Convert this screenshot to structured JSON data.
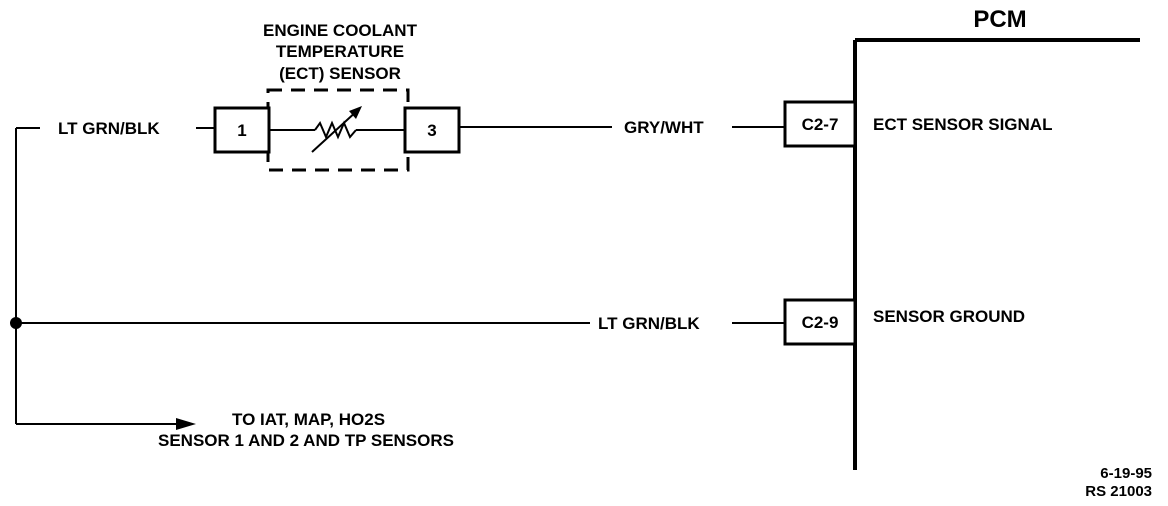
{
  "sensor": {
    "title_line1": "ENGINE COOLANT",
    "title_line2": "TEMPERATURE",
    "title_line3": "(ECT) SENSOR",
    "pin_left": "1",
    "pin_right": "3"
  },
  "module": {
    "name": "PCM",
    "pin_signal": "C2-7",
    "pin_ground": "C2-9",
    "signal_label": "ECT SENSOR SIGNAL",
    "ground_label": "SENSOR GROUND"
  },
  "wires": {
    "sensor_ground_left": "LT GRN/BLK",
    "signal": "GRY/WHT",
    "ground_main": "LT GRN/BLK"
  },
  "note": {
    "line1": "TO IAT, MAP, HO2S",
    "line2": "SENSOR 1 AND 2 AND TP SENSORS"
  },
  "footer": {
    "date": "6-19-95",
    "ref": "RS 21003"
  },
  "colors": {
    "ink": "#000000",
    "background": "#ffffff"
  }
}
